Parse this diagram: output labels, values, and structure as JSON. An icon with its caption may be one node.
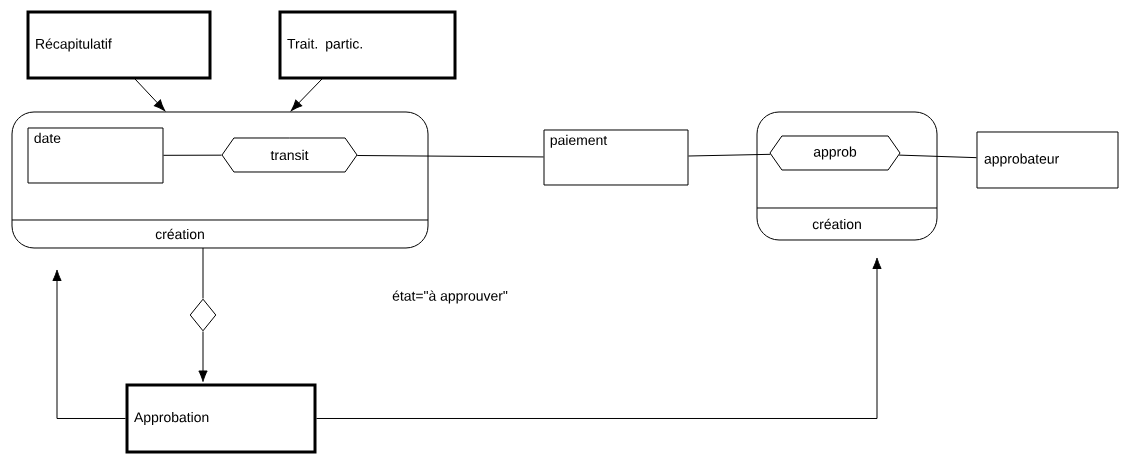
{
  "diagram": {
    "nodes": [
      {
        "text": [
          "Récapitulatif"
        ]
      },
      {
        "text": [
          "Trait. partic."
        ]
      },
      {
        "text": [
          "création"
        ]
      },
      {
        "text": [
          "date"
        ],
        "in": 2
      },
      {
        "text": [
          "transit"
        ],
        "in": 2
      },
      {
        "text": [
          "paiement"
        ]
      },
      {
        "text": [
          "création"
        ]
      },
      {
        "text": [
          "approb"
        ],
        "in": 6
      },
      {
        "text": [
          "approbateur"
        ]
      },
      {
        "text": [],
        "shape": "diamond"
      },
      {
        "text": [
          "Approbation"
        ]
      }
    ],
    "edges": [
      {
        "from": 0,
        "to": 2,
        "arrow": "to"
      },
      {
        "from": 1,
        "to": 2,
        "arrow": "to"
      },
      {
        "from": 3,
        "to": 4,
        "arrow": "none"
      },
      {
        "from": 4,
        "to": 5,
        "arrow": "none"
      },
      {
        "from": 5,
        "to": 7,
        "arrow": "none"
      },
      {
        "from": 7,
        "to": 8,
        "arrow": "none"
      },
      {
        "from": 2,
        "to": 9,
        "arrow": "none"
      },
      {
        "from": 9,
        "to": 10,
        "arrow": "to"
      },
      {
        "from": 10,
        "to": 2,
        "arrow": "to"
      },
      {
        "from": 10,
        "to": 6,
        "arrow": "to"
      }
    ],
    "labels": [
      "état=\"à approuver\""
    ]
  }
}
